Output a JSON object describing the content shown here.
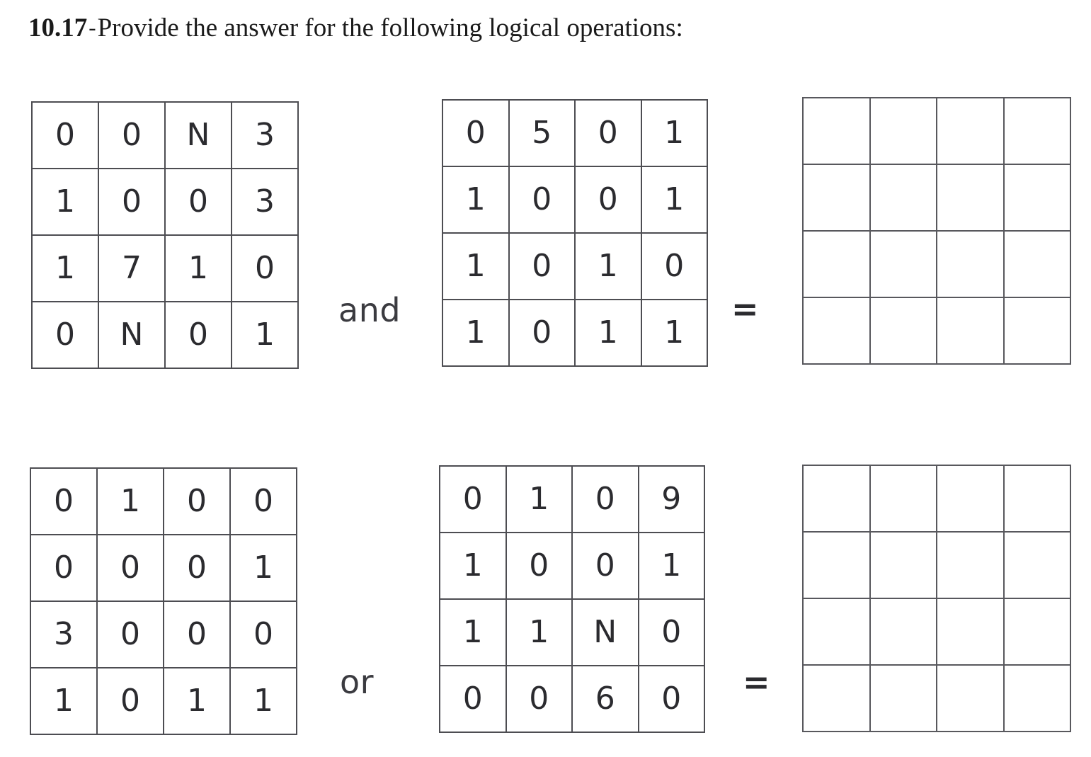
{
  "title": {
    "number": "10.17",
    "dash": "-",
    "text": "Provide the answer for the following logical operations:"
  },
  "colors": {
    "background": "#ffffff",
    "grid_line": "#4d4d52",
    "grid_line_result": "#58585d",
    "cell_text": "#2b2b2f",
    "operator_text": "#3b3b40",
    "title_text": "#1a1a1a"
  },
  "operations": [
    {
      "id": "operation-and",
      "operator": "and",
      "equals": "=",
      "operand_a": {
        "name": "matrix-a",
        "rows": [
          [
            "0",
            "0",
            "N",
            "3"
          ],
          [
            "1",
            "0",
            "0",
            "3"
          ],
          [
            "1",
            "7",
            "1",
            "0"
          ],
          [
            "0",
            "N",
            "0",
            "1"
          ]
        ]
      },
      "operand_b": {
        "name": "matrix-b",
        "rows": [
          [
            "0",
            "5",
            "0",
            "1"
          ],
          [
            "1",
            "0",
            "0",
            "1"
          ],
          [
            "1",
            "0",
            "1",
            "0"
          ],
          [
            "1",
            "0",
            "1",
            "1"
          ]
        ]
      },
      "result": {
        "name": "matrix-result-and",
        "rows": [
          [
            "",
            "",
            "",
            ""
          ],
          [
            "",
            "",
            "",
            ""
          ],
          [
            "",
            "",
            "",
            ""
          ],
          [
            "",
            "",
            "",
            ""
          ]
        ]
      }
    },
    {
      "id": "operation-or",
      "operator": "or",
      "equals": "=",
      "operand_a": {
        "name": "matrix-c",
        "rows": [
          [
            "0",
            "1",
            "0",
            "0"
          ],
          [
            "0",
            "0",
            "0",
            "1"
          ],
          [
            "3",
            "0",
            "0",
            "0"
          ],
          [
            "1",
            "0",
            "1",
            "1"
          ]
        ]
      },
      "operand_b": {
        "name": "matrix-d",
        "rows": [
          [
            "0",
            "1",
            "0",
            "9"
          ],
          [
            "1",
            "0",
            "0",
            "1"
          ],
          [
            "1",
            "1",
            "N",
            "0"
          ],
          [
            "0",
            "0",
            "6",
            "0"
          ]
        ]
      },
      "result": {
        "name": "matrix-result-or",
        "rows": [
          [
            "",
            "",
            "",
            ""
          ],
          [
            "",
            "",
            "",
            ""
          ],
          [
            "",
            "",
            "",
            ""
          ],
          [
            "",
            "",
            "",
            ""
          ]
        ]
      }
    }
  ]
}
